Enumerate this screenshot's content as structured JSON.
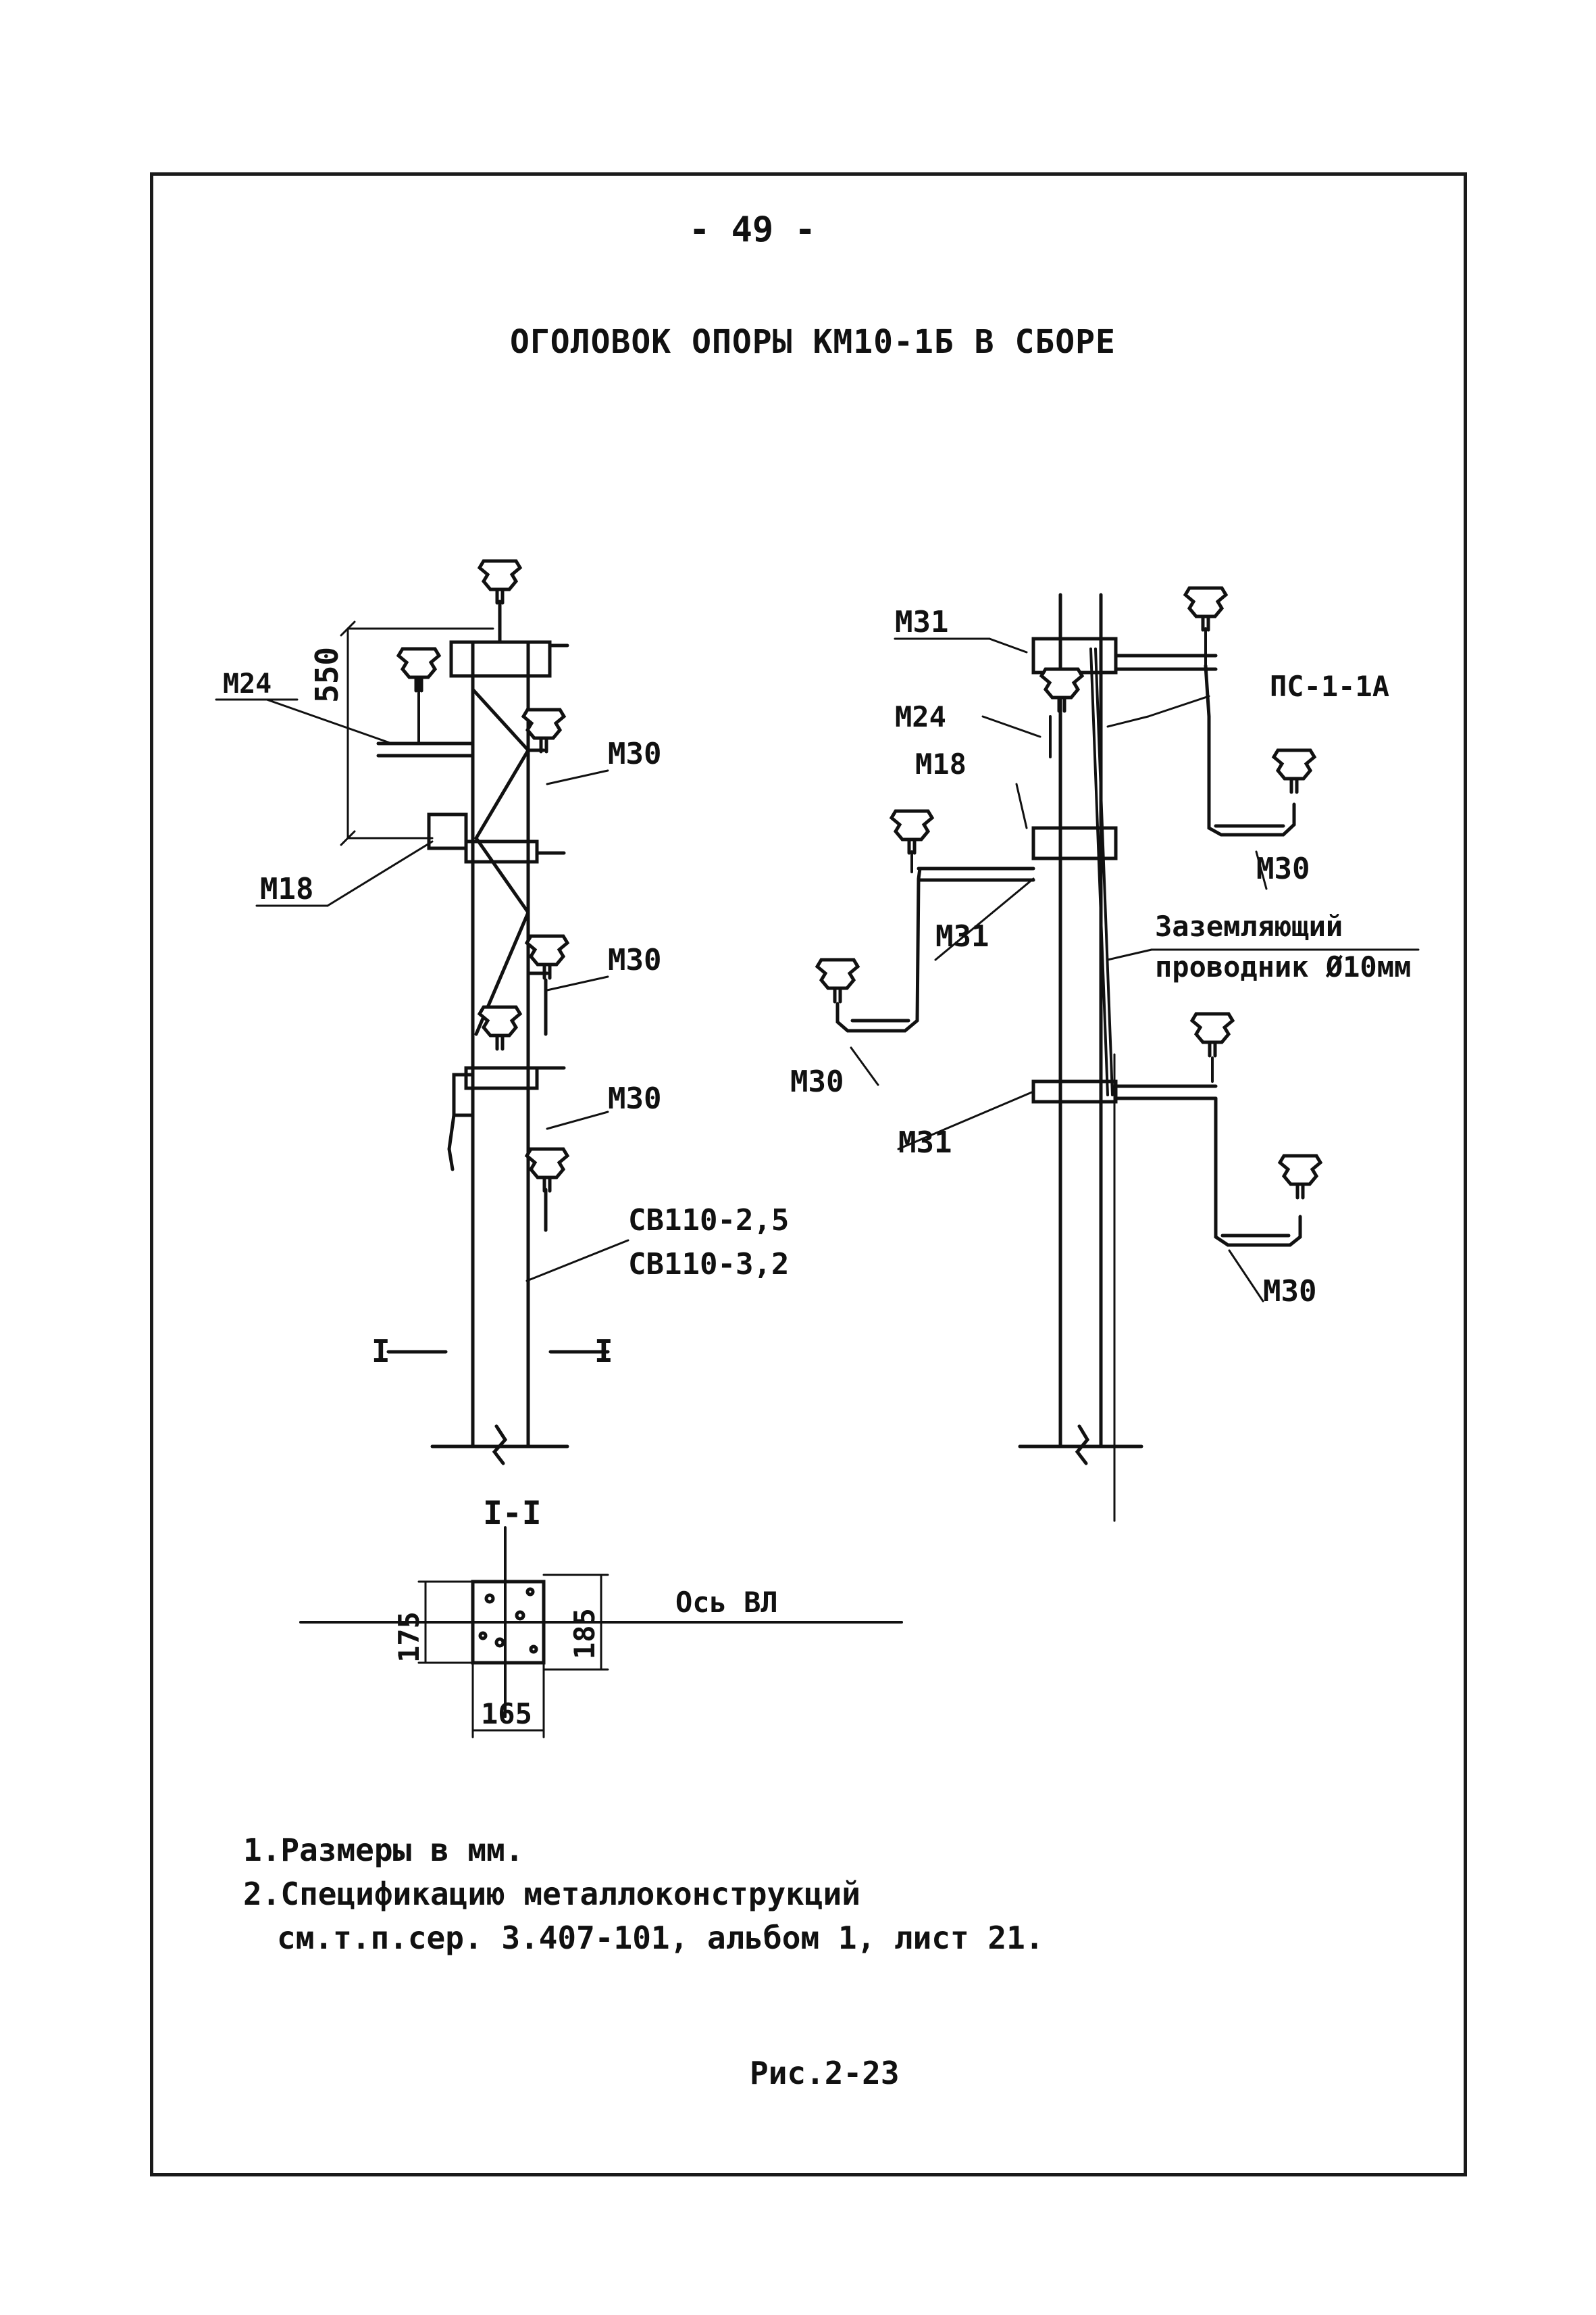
{
  "page_number": "- 49 -",
  "title": "ОГОЛОВОК ОПОРЫ КМ10-1Б В СБОРЕ",
  "left_view": {
    "dimension": "550",
    "callouts": [
      "М24",
      "М18",
      "М30",
      "М30",
      "М30"
    ],
    "pole_labels": [
      "СВ110-2,5",
      "СВ110-3,2"
    ],
    "section_mark": "I"
  },
  "right_view": {
    "callouts": [
      "М31",
      "М24",
      "М18",
      "М31",
      "М31",
      "М30",
      "М30"
    ],
    "insulator_label": "ПС-1-1А",
    "grounding_line1": "Заземляющий",
    "grounding_line2": "проводник Ø10мм"
  },
  "section": {
    "title": "I-I",
    "dim_175": "175",
    "dim_185": "185",
    "dim_165": "165",
    "axis_label": "Ось ВЛ"
  },
  "notes": [
    "1.Размеры в мм.",
    "2.Спецификацию металлоконструкций",
    "см.т.п.сер. 3.407-101, альбом 1, лист 21."
  ],
  "figure_caption": "Рис.2-23"
}
